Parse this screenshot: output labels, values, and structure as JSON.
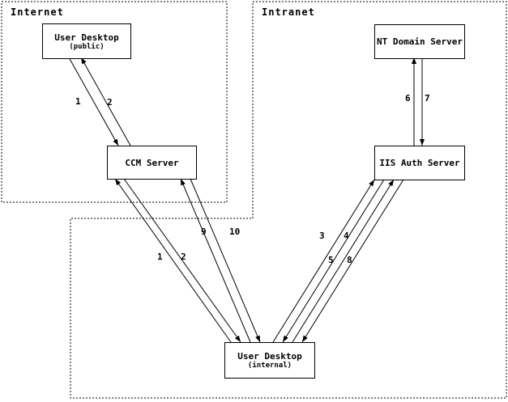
{
  "zones": {
    "internet": {
      "label": "Internet"
    },
    "intranet": {
      "label": "Intranet"
    }
  },
  "nodes": {
    "user_desktop_public": {
      "title": "User Desktop",
      "subtitle": "(public)"
    },
    "nt_domain_server": {
      "title": "NT Domain Server"
    },
    "ccm_server": {
      "title": "CCM Server"
    },
    "iis_auth_server": {
      "title": "IIS Auth Server"
    },
    "user_desktop_internal": {
      "title": "User Desktop",
      "subtitle": "(internal)"
    }
  },
  "steps": {
    "public_ccm_request": "1",
    "public_ccm_response": "2",
    "nt_iis_request": "6",
    "nt_iis_response": "7",
    "ccm_internal_request": "1",
    "ccm_internal_response": "2",
    "ccm_internal_step9": "9",
    "ccm_internal_step10": "10",
    "iis_internal_step3": "3",
    "iis_internal_step4": "4",
    "iis_internal_step5": "5",
    "iis_internal_step8": "8"
  },
  "colors": {
    "line": "#000000",
    "background": "#ffffff"
  }
}
